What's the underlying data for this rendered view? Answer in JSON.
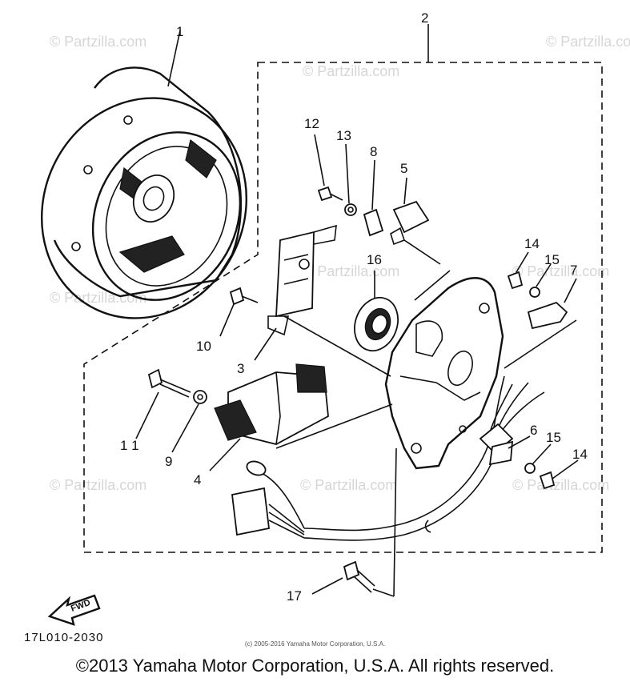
{
  "diagram": {
    "callouts": {
      "c1": "1",
      "c2": "2",
      "c3": "3",
      "c4": "4",
      "c5": "5",
      "c6": "6",
      "c7": "7",
      "c8": "8",
      "c9": "9",
      "c10": "10",
      "c11": "1 1",
      "c12": "12",
      "c13": "13",
      "c14a": "14",
      "c14b": "14",
      "c15a": "15",
      "c15b": "15",
      "c16": "16",
      "c17": "17"
    },
    "part_code": "17L010-2030",
    "fwd_label": "FWD",
    "watermark": "© Partzilla.com",
    "small_copyright": "(c) 2005-2016 Yamaha Motor Corporation, U.S.A.",
    "copyright": "©2013 Yamaha Motor Corporation, U.S.A. All rights reserved."
  }
}
